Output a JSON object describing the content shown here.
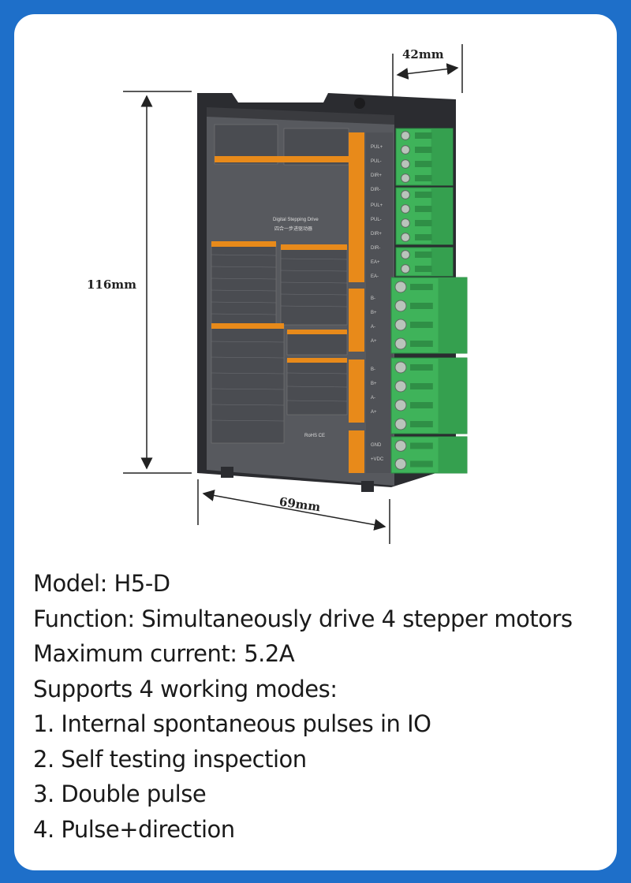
{
  "dimensions": {
    "depth": "42mm",
    "height": "116mm",
    "width": "69mm"
  },
  "device": {
    "label_en": "Digital Stepping Drive",
    "label_cn": "四合一步进驱动器",
    "rohs": "RoHS CE"
  },
  "terminal_labels": [
    "PUL+",
    "PUL-",
    "DIR+",
    "DIR-",
    "PUL+",
    "PUL-",
    "DIR+",
    "DIR-",
    "EA+",
    "EA-",
    "B-",
    "B+",
    "A-",
    "A+",
    "B-",
    "B+",
    "A-",
    "A+",
    "GND",
    "+VDC"
  ],
  "specs": {
    "model": "Model: H5-D",
    "function": "Function: Simultaneously drive 4 stepper motors",
    "current": "Maximum current: 5.2A",
    "modes_title": "Supports 4 working modes:",
    "modes": [
      "1. Internal spontaneous pulses in IO",
      "2. Self testing inspection",
      "3. Double pulse",
      "4. Pulse+direction"
    ]
  },
  "colors": {
    "background": "#1e6fc9",
    "panel": "#55575c",
    "accent": "#e88a1a",
    "terminal": "#3fb35a"
  }
}
